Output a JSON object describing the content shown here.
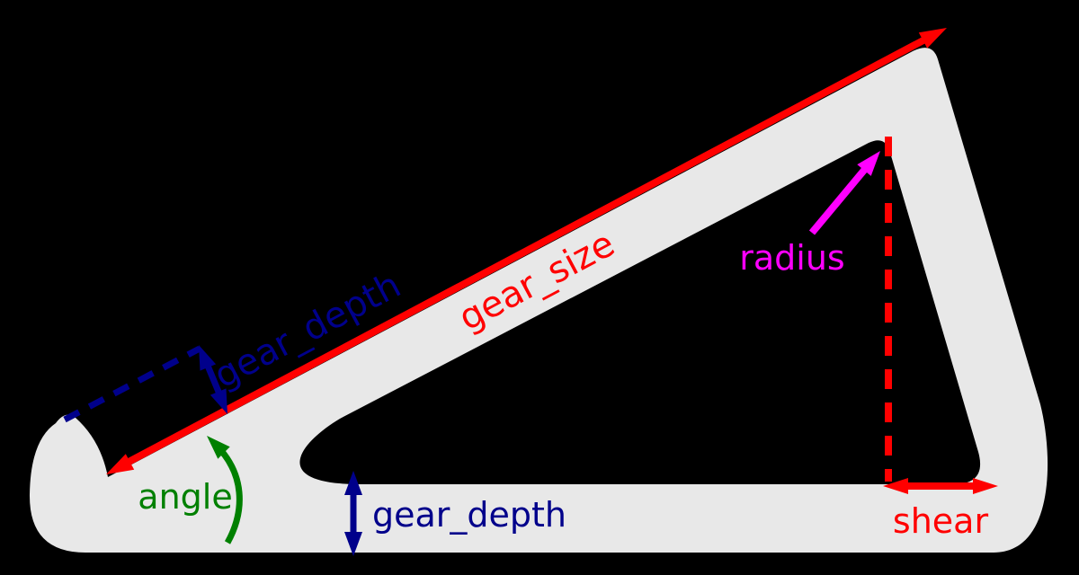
{
  "diagram": {
    "description": "gear profile parameter diagram",
    "labels": {
      "gear_size": "gear_size",
      "gear_depth_upper": "gear_depth",
      "gear_depth_lower": "gear_depth",
      "radius": "radius",
      "angle": "angle",
      "shear": "shear"
    },
    "colors": {
      "background": "#000000",
      "shape": "#e8e8e8",
      "red": "#ff0000",
      "navy": "#00008b",
      "magenta": "#ff00ff",
      "green": "#008000"
    }
  }
}
